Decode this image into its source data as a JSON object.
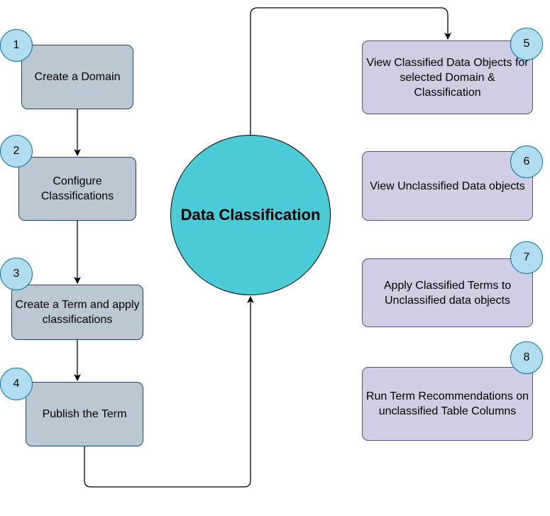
{
  "center": {
    "title": "Data Classification"
  },
  "steps": [
    {
      "number": "1",
      "label": "Create a Domain"
    },
    {
      "number": "2",
      "label": "Configure Classifications"
    },
    {
      "number": "3",
      "label": "Create a Term and apply classifications"
    },
    {
      "number": "4",
      "label": "Publish the Term"
    }
  ],
  "actions": [
    {
      "number": "5",
      "label": "View Classified Data Objects for selected Domain & Classification"
    },
    {
      "number": "6",
      "label": "View Unclassified Data objects"
    },
    {
      "number": "7",
      "label": "Apply Classified Terms to Unclassified data objects"
    },
    {
      "number": "8",
      "label": "Run Term Recommendations on unclassified Table Columns"
    }
  ],
  "colors": {
    "step_fill": "#bac8d3",
    "action_fill": "#d0cee2",
    "badge_fill": "#b1ddf0",
    "center_fill": "#4bcbd6"
  }
}
